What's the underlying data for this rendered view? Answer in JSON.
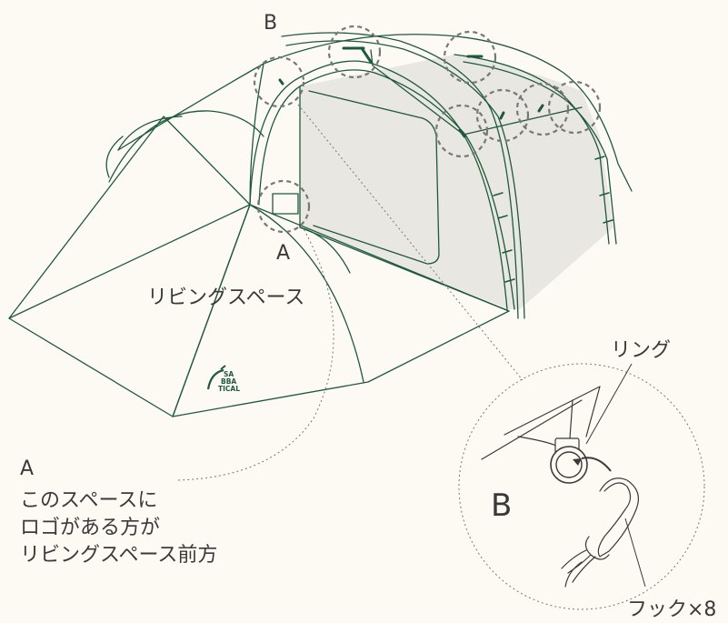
{
  "callouts": {
    "marker_a": "A",
    "marker_b": "B",
    "inset_b": "B"
  },
  "labels": {
    "living_space": "リビングスペース",
    "ring": "リング",
    "hook": "フック×8"
  },
  "logo": {
    "text": "SA BBA TICAL"
  },
  "note_a": {
    "title": "A",
    "lines": [
      "このスペースに",
      "ロゴがある方が",
      "リビングスペース前方"
    ]
  },
  "colors": {
    "line": "#1e5a3a",
    "fill": "#e9e7e1",
    "background": "#fdfaf4",
    "text": "#3a3a3a",
    "dash": "#777777"
  }
}
